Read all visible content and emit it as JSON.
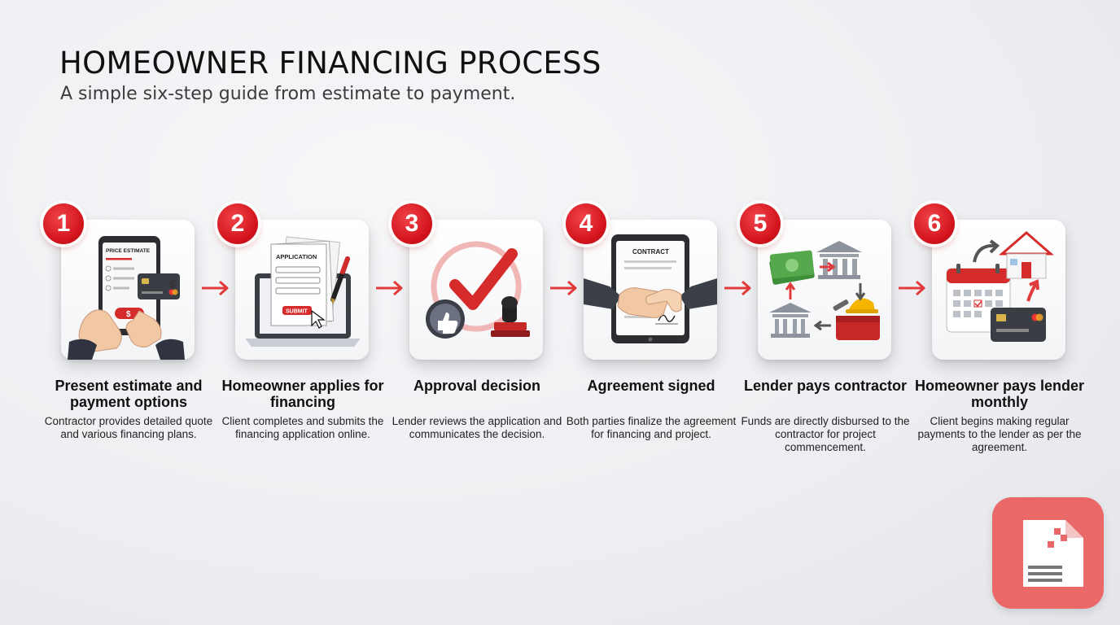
{
  "title": "HOMEOWNER FINANCING PROCESS",
  "subtitle": "A simple six-step guide from estimate to payment.",
  "accent_color": "#d3131c",
  "steps": [
    {
      "number": "1",
      "title": "Present estimate and payment options",
      "description": "Contractor provides detailed quote and various financing plans.",
      "icon": "tablet-price-estimate-icon",
      "icon_text": [
        "PRICE ESTIMATE",
        "$"
      ]
    },
    {
      "number": "2",
      "title": "Homeowner applies for financing",
      "description": "Client completes and submits the financing application online.",
      "icon": "laptop-application-icon",
      "icon_text": [
        "APPLICATION",
        "SUBMIT"
      ]
    },
    {
      "number": "3",
      "title": "Approval decision",
      "description": "Lender reviews the application and communicates the decision.",
      "icon": "approval-checkmark-icon",
      "icon_text": []
    },
    {
      "number": "4",
      "title": "Agreement signed",
      "description": "Both parties finalize the agreement for financing and project.",
      "icon": "contract-handshake-icon",
      "icon_text": [
        "CONTRACT"
      ]
    },
    {
      "number": "5",
      "title": "Lender pays contractor",
      "description": "Funds are directly disbursed to the contractor for project commencement.",
      "icon": "money-bank-transfer-icon",
      "icon_text": []
    },
    {
      "number": "6",
      "title": "Homeowner pays lender monthly",
      "description": "Client begins making regular payments to the lender as per the agreement.",
      "icon": "calendar-house-payment-icon",
      "icon_text": []
    }
  ],
  "logo_icon": "document-logo-icon"
}
